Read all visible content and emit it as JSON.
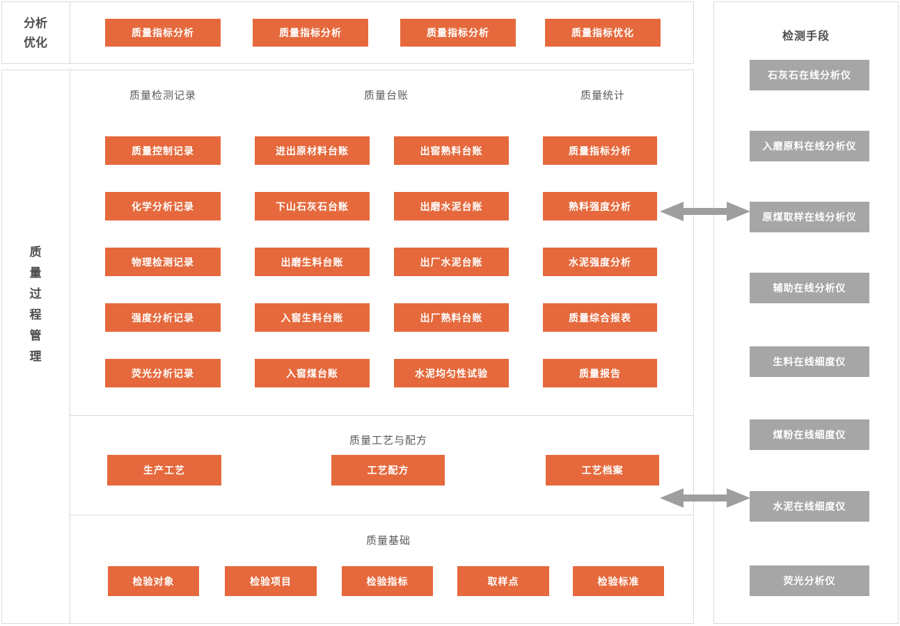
{
  "top_band": {
    "label": "分析优化",
    "buttons": [
      "质量指标分析",
      "质量指标分析",
      "质量指标分析",
      "质量指标优化"
    ]
  },
  "main": {
    "label": "质量过程管理",
    "inspection": {
      "header": "质量检测记录",
      "items": [
        "质量控制记录",
        "化学分析记录",
        "物理检测记录",
        "强度分析记录",
        "荧光分析记录"
      ]
    },
    "ledger": {
      "header": "质量台账",
      "col1": [
        "进出原材料台账",
        "下山石灰石台账",
        "出磨生料台账",
        "入窖生料台账",
        "入窖煤台账"
      ],
      "col2": [
        "出窖熟料台账",
        "出磨水泥台账",
        "出厂水泥台账",
        "出厂熟料台账",
        "水泥均匀性试验"
      ]
    },
    "statistics": {
      "header": "质量统计",
      "items": [
        "质量指标分析",
        "熟料强度分析",
        "水泥强度分析",
        "质量综合报表",
        "质量报告"
      ]
    },
    "process": {
      "header": "质量工艺与配方",
      "items": [
        "生产工艺",
        "工艺配方",
        "工艺档案"
      ]
    },
    "base": {
      "header": "质量基础",
      "items": [
        "检验对象",
        "检验项目",
        "检验指标",
        "取样点",
        "检验标准"
      ]
    }
  },
  "right_panel": {
    "header": "检测手段",
    "items": [
      "石灰石在线分析仪",
      "入磨原料在线分析仪",
      "原煤取样在线分析仪",
      "辅助在线分析仪",
      "生料在线细度仪",
      "煤粉在线细度仪",
      "水泥在线细度仪",
      "荧光分析仪"
    ]
  },
  "icons": {
    "link_arrow": "double-headed-arrow"
  },
  "colors": {
    "module_orange": "#e5693c",
    "device_gray": "#a6a6a6",
    "arrow_gray": "#9e9e9e",
    "border_gray": "#d9d9d9",
    "header_text": "#595959"
  }
}
